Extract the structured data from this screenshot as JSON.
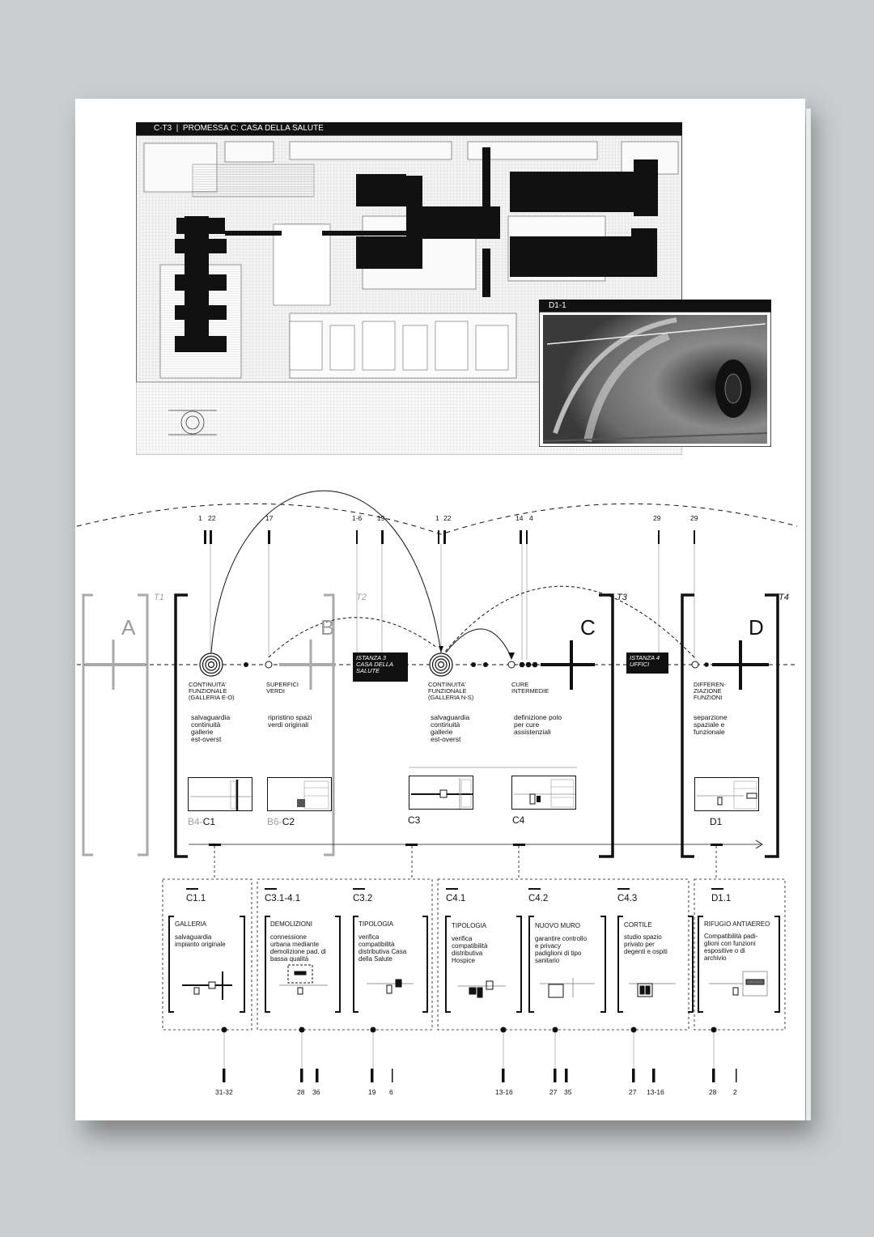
{
  "header": {
    "label": "C-T3  |  PROMESSA C: CASA DELLA SALUTE"
  },
  "photo": {
    "label": "D1-1"
  },
  "timeline": {
    "top_numbers": [
      "1",
      "22",
      "17",
      "1-6",
      "19",
      "1",
      "22",
      "14",
      "4",
      "29",
      "29"
    ],
    "phases": [
      {
        "letter": "A",
        "tag": "T1"
      },
      {
        "letter": "B",
        "tag": "T2"
      },
      {
        "letter": "C",
        "tag": "T3"
      },
      {
        "letter": "D",
        "tag": "T4"
      }
    ],
    "istanze": [
      "ISTANZA 3\nCASA DELLA\nSALUTE",
      "ISTANZA 4\nUFFICI"
    ],
    "nodes": [
      {
        "label": "CONTINUITA'\nFUNZIONALE\n(GALLERIA E-O)",
        "desc": "salvaguardia\ncontinuità\ngallerie\nest-overst"
      },
      {
        "label": "SUPERFICI\nVERDI",
        "desc": "ripristino spazi\nverdi originali"
      },
      {
        "label": "CONTINUITA'\nFUNZIONALE\n(GALLERIA N-S)",
        "desc": "salvaguardia\ncontinuità\ngallerie\nest-overst"
      },
      {
        "label": "CURE\nINTERMEDIE",
        "desc": "definizione polo\nper cure\nassistenziali"
      },
      {
        "label": "DIFFEREN-\nZIAZIONE\nFUNZIONI",
        "desc": "separzione\nspaziale e\nfunzionale"
      }
    ],
    "codes": [
      {
        "pre": "B4-",
        "main": "C1"
      },
      {
        "pre": "B6-",
        "main": "C2"
      },
      {
        "pre": "",
        "main": "C3"
      },
      {
        "pre": "",
        "main": "C4"
      },
      {
        "pre": "",
        "main": "D1"
      }
    ]
  },
  "cards": [
    {
      "code": "C1.1",
      "title": "GALLERIA",
      "desc": "salvaguardia\nimpianto originale",
      "numbers": [
        "31-32"
      ]
    },
    {
      "code": "C3.1-4.1",
      "title": "DEMOLIZIONI",
      "desc": "connessione\nurbana mediante\ndemolizione pad. di\nbassa qualità",
      "numbers": [
        "28",
        "36"
      ]
    },
    {
      "code": "C3.2",
      "title": "TIPOLOGIA",
      "desc": "verifica\ncompatibilità\ndistributiva Casa\ndella Salute",
      "numbers": [
        "19",
        "6"
      ]
    },
    {
      "code": "C4.1",
      "title": "TIPOLOGIA",
      "desc": "verifica\ncompatibilità\ndistributiva\nHospice",
      "numbers": [
        "13-16"
      ]
    },
    {
      "code": "C4.2",
      "title": "NUOVO MURO",
      "desc": "garantire controllo\ne privacy\npadiglioni di tipo\nsanitario",
      "numbers": [
        "27",
        "35"
      ]
    },
    {
      "code": "C4.3",
      "title": "CORTILE",
      "desc": "studio spazio\nprivato per\ndegenti e ospiti",
      "numbers": [
        "27",
        "13-16"
      ]
    },
    {
      "code": "D1.1",
      "title": "RIFUGIO ANTIAEREO",
      "desc": "Compatibilità padi-\nglioni con funzioni\nespositive o di\narchivio",
      "numbers": [
        "28",
        "2"
      ]
    }
  ],
  "colors": {
    "ink": "#111111",
    "grey": "#a0a0a0",
    "paper": "#ffffff",
    "background": "#c9cdcf"
  }
}
